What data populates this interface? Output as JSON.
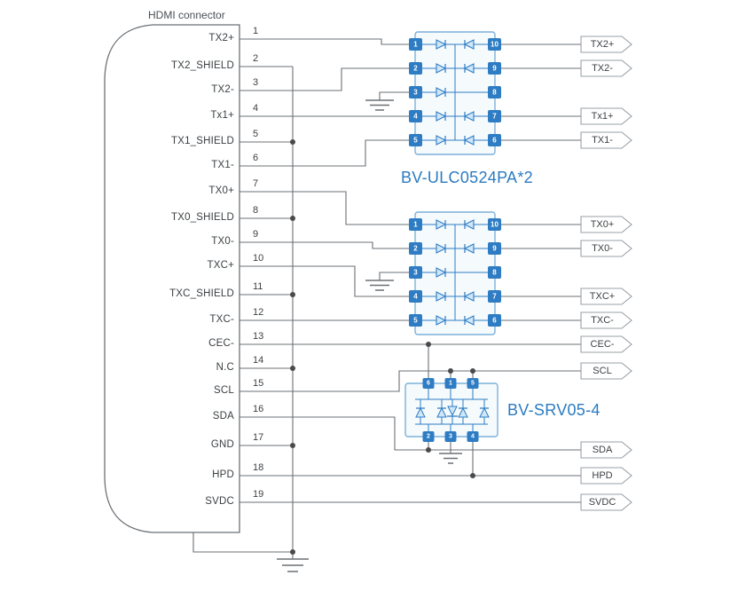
{
  "title": "HDMI connector",
  "connector": {
    "pins": [
      {
        "num": "1",
        "label": "TX2+"
      },
      {
        "num": "2",
        "label": "TX2_SHIELD"
      },
      {
        "num": "3",
        "label": "TX2-"
      },
      {
        "num": "4",
        "label": "Tx1+"
      },
      {
        "num": "5",
        "label": "TX1_SHIELD"
      },
      {
        "num": "6",
        "label": "TX1-"
      },
      {
        "num": "7",
        "label": "TX0+"
      },
      {
        "num": "8",
        "label": "TX0_SHIELD"
      },
      {
        "num": "9",
        "label": "TX0-"
      },
      {
        "num": "10",
        "label": "TXC+"
      },
      {
        "num": "11",
        "label": "TXC_SHIELD"
      },
      {
        "num": "12",
        "label": "TXC-"
      },
      {
        "num": "13",
        "label": "CEC-"
      },
      {
        "num": "14",
        "label": "N.C"
      },
      {
        "num": "15",
        "label": "SCL"
      },
      {
        "num": "16",
        "label": "SDA"
      },
      {
        "num": "17",
        "label": "GND"
      },
      {
        "num": "18",
        "label": "HPD"
      },
      {
        "num": "19",
        "label": "SVDC"
      }
    ]
  },
  "ic_esd": {
    "label": "BV-ULC0524PA*2",
    "left_pins": [
      "1",
      "2",
      "3",
      "4",
      "5"
    ],
    "right_pins": [
      "10",
      "9",
      "8",
      "7",
      "6"
    ]
  },
  "ic_tvs": {
    "label": "BV-SRV05-4",
    "top_pins": [
      "6",
      "1",
      "5"
    ],
    "bottom_pins": [
      "2",
      "3",
      "4"
    ]
  },
  "outputs": [
    "TX2+",
    "TX2-",
    "Tx1+",
    "TX1-",
    "TX0+",
    "TX0-",
    "TXC+",
    "TXC-",
    "CEC-",
    "SCL",
    "SDA",
    "HPD",
    "SVDC"
  ],
  "colors": {
    "wire": "#6b7075",
    "component_blue": "#2e7cc3",
    "component_border": "#7cb0da",
    "component_fill": "#f5fafd",
    "diode_fill": "#cfe7f8",
    "junction_dot": "#4a4a4a",
    "text": "#3c4043",
    "label_blue": "#2b7bc0",
    "tag_border": "#9aa0a6"
  }
}
